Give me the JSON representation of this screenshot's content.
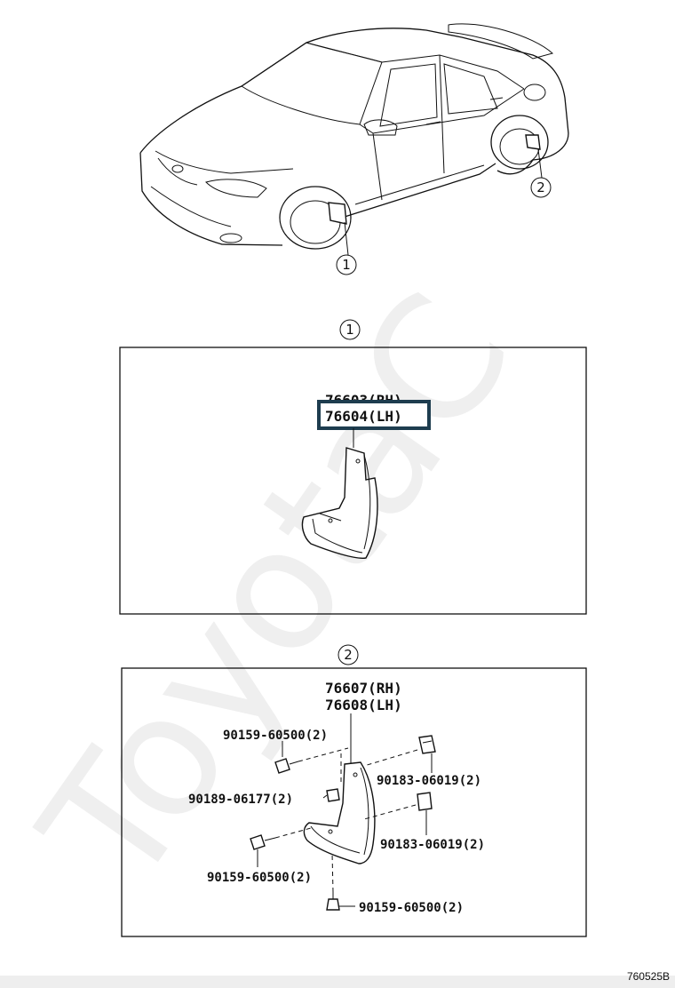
{
  "watermark": "ToyotaC",
  "callouts": {
    "one": "1",
    "two": "2"
  },
  "panel1": {
    "parts": [
      "76603(RH)",
      "76604(LH)"
    ],
    "highlighted_index": 1,
    "highlight_color": "#1e3d4f"
  },
  "panel2": {
    "main_parts": [
      "76607(RH)",
      "76608(LH)"
    ],
    "fasteners": [
      "90159-60500(2)",
      "90183-06019(2)",
      "90189-06177(2)",
      "90183-06019(2)",
      "90159-60500(2)",
      "90159-60500(2)"
    ]
  },
  "footer_code": "760525B"
}
